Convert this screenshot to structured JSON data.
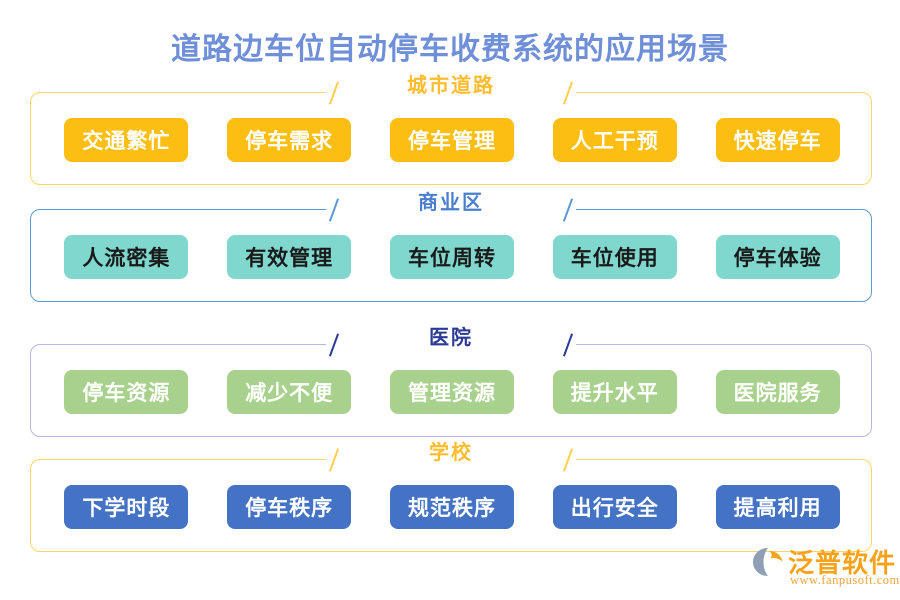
{
  "page": {
    "title": "道路边车位自动停车收费系统的应用场景",
    "title_color": "#6f8fd8",
    "background": "#ffffff"
  },
  "sections": [
    {
      "heading": "城市道路",
      "border_color": "#ffd666",
      "heading_color": "#ffbc2e",
      "tag_background": "#fcbe12",
      "tag_text_color": "#ffffff",
      "tags": [
        "交通繁忙",
        "停车需求",
        "停车管理",
        "人工干预",
        "快速停车"
      ]
    },
    {
      "heading": "商业区",
      "border_color": "#5b9bd5",
      "heading_color": "#4a7fd0",
      "tag_background": "#7fd7cd",
      "tag_text_color": "#1a1a1a",
      "tags": [
        "人流密集",
        "有效管理",
        "车位周转",
        "车位使用",
        "停车体验"
      ]
    },
    {
      "heading": "医院",
      "border_color": "#b4b8df",
      "heading_color": "#2b3a95",
      "tag_background": "#a9d18e",
      "tag_text_color": "#ffffff",
      "tags": [
        "停车资源",
        "减少不便",
        "管理资源",
        "提升水平",
        "医院服务"
      ]
    },
    {
      "heading": "学校",
      "border_color": "#ffd666",
      "heading_color": "#ffbc2e",
      "tag_background": "#4472c4",
      "tag_text_color": "#ffffff",
      "tags": [
        "下学时段",
        "停车秩序",
        "规范秩序",
        "出行安全",
        "提高利用"
      ]
    }
  ],
  "logo": {
    "name": "泛普软件",
    "url": "www.fanpusoft.com",
    "name_color": "#f7a21b",
    "url_color": "#f2a33c",
    "mark_color": "#8fa0b6",
    "mark_accent_color": "#f7a21b"
  }
}
